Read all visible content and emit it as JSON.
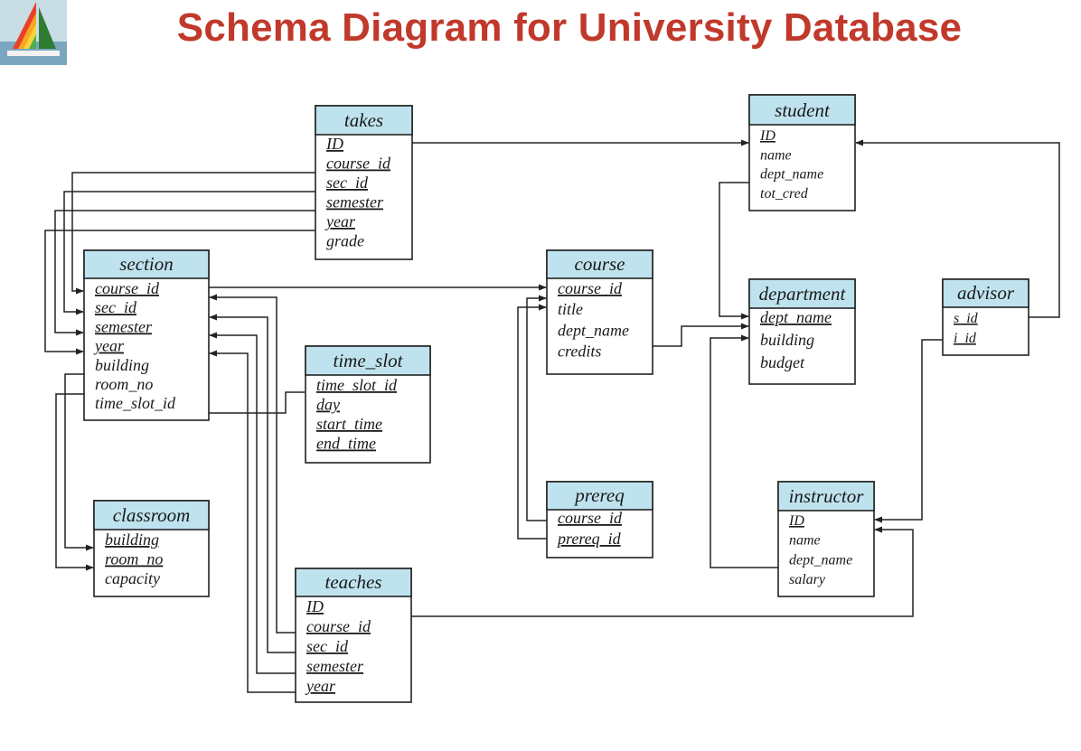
{
  "title": "Schema Diagram for University Database",
  "colors": {
    "title": "#c0392b",
    "header_fill": "#bfe3ee",
    "line": "#222222"
  },
  "tables": {
    "takes": {
      "name": "takes",
      "attributes": [
        "ID",
        "course_id",
        "sec_id",
        "semester",
        "year",
        "grade"
      ]
    },
    "student": {
      "name": "student",
      "attributes": [
        "ID",
        "name",
        "dept_name",
        "tot_cred"
      ]
    },
    "section": {
      "name": "section",
      "attributes": [
        "course_id",
        "sec_id",
        "semester",
        "year",
        "building",
        "room_no",
        "time_slot_id"
      ]
    },
    "course": {
      "name": "course",
      "attributes": [
        "course_id",
        "title",
        "dept_name",
        "credits"
      ]
    },
    "department": {
      "name": "department",
      "attributes": [
        "dept_name",
        "building",
        "budget"
      ]
    },
    "advisor": {
      "name": "advisor",
      "attributes": [
        "s_id",
        "i_id"
      ]
    },
    "time_slot": {
      "name": "time_slot",
      "attributes": [
        "time_slot_id",
        "day",
        "start_time",
        "end_time"
      ]
    },
    "classroom": {
      "name": "classroom",
      "attributes": [
        "building",
        "room_no",
        "capacity"
      ]
    },
    "prereq": {
      "name": "prereq",
      "attributes": [
        "course_id",
        "prereq_id"
      ]
    },
    "instructor": {
      "name": "instructor",
      "attributes": [
        "ID",
        "name",
        "dept_name",
        "salary"
      ]
    },
    "teaches": {
      "name": "teaches",
      "attributes": [
        "ID",
        "course_id",
        "sec_id",
        "semester",
        "year"
      ]
    }
  }
}
